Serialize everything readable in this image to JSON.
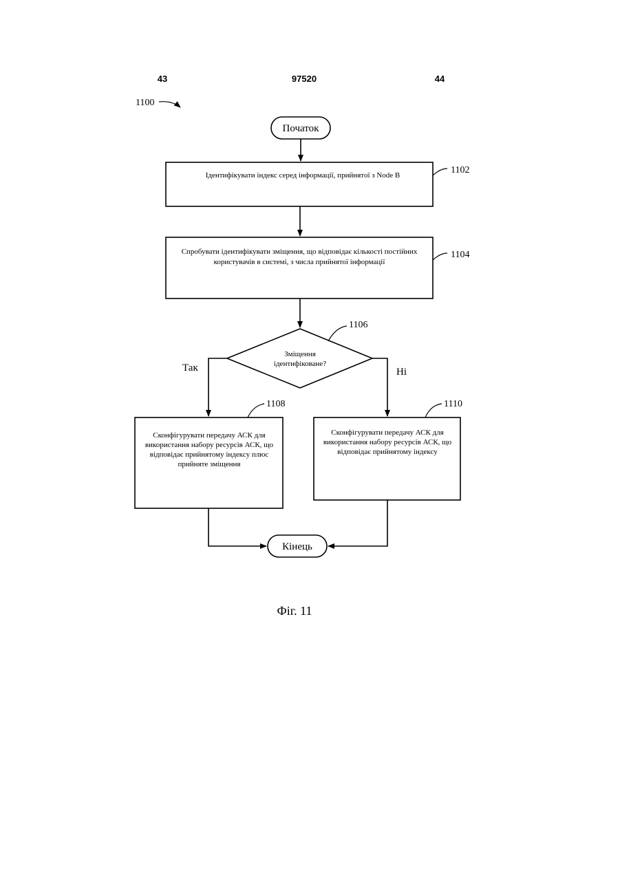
{
  "header": {
    "left_page": "43",
    "center_number": "97520",
    "right_page": "44"
  },
  "diagram": {
    "figure_ref": "1100",
    "start": "Початок",
    "end": "Кінець",
    "step_1102": {
      "ref": "1102",
      "text": "Ідентифікувати індекс серед інформації, прийнятої з Node B"
    },
    "step_1104": {
      "ref": "1104",
      "lines": [
        "Спробувати ідентифікувати зміщення, що відповідає кількості постійних",
        "користувачів в системі, з числа прийнятої інформації"
      ]
    },
    "decision_1106": {
      "ref": "1106",
      "lines": [
        "Зміщення",
        "ідентифіковане?"
      ],
      "yes_label": "Так",
      "no_label": "Ні"
    },
    "step_1108": {
      "ref": "1108",
      "lines": [
        "Сконфігурувати передачу АСК для",
        "використання набору ресурсів АСК, що",
        "відповідає прийнятому індексу плюс",
        "прийняте зміщення"
      ]
    },
    "step_1110": {
      "ref": "1110",
      "lines": [
        "Сконфігурувати передачу АСК для",
        "використання набору ресурсів АСК, що",
        "відповідає прийнятому індексу"
      ]
    }
  },
  "caption": "Фіг. 11"
}
